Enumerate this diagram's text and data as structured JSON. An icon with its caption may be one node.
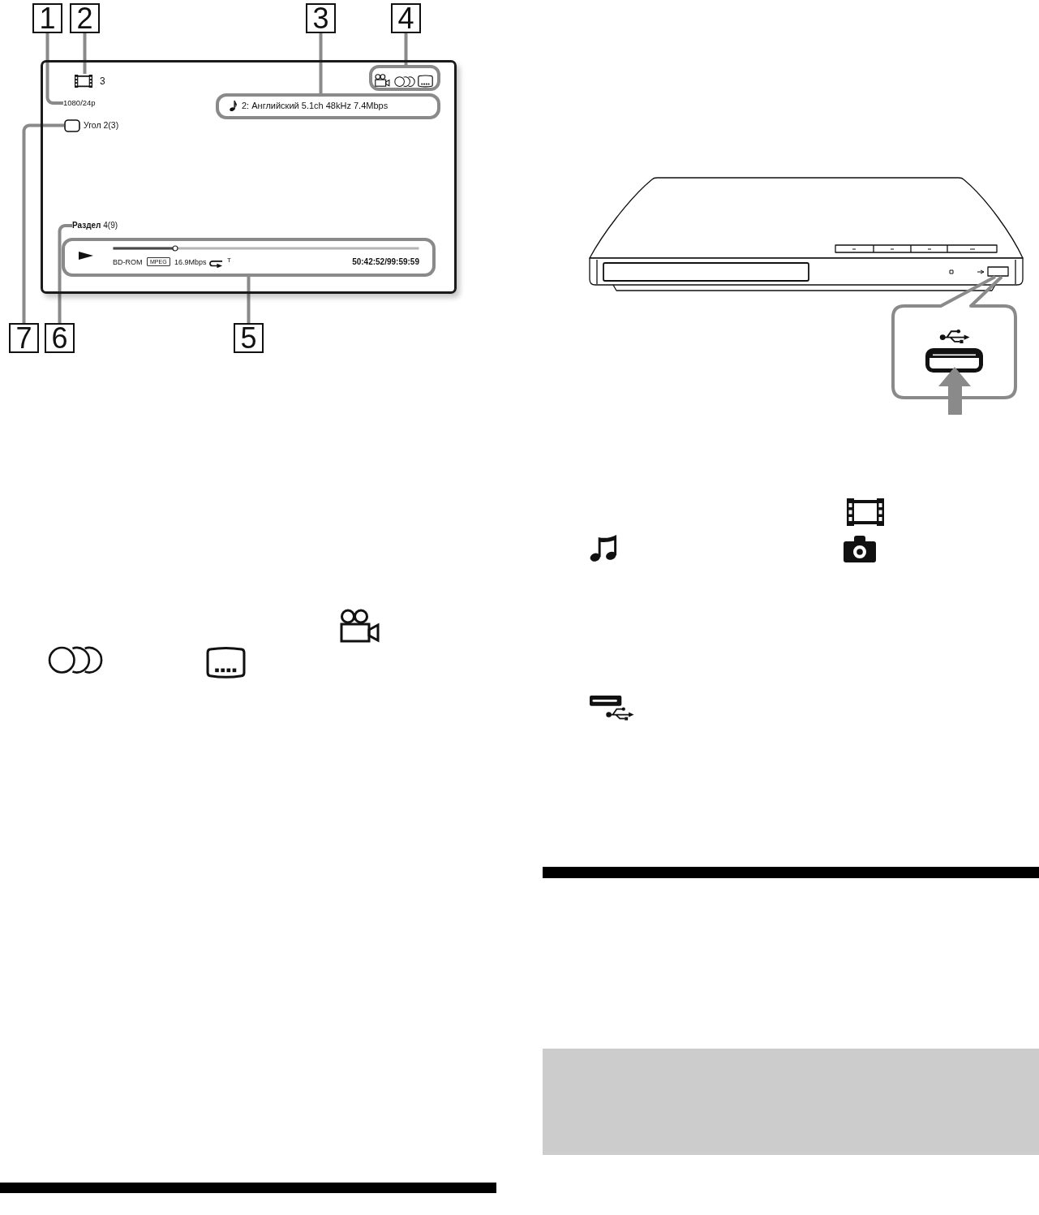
{
  "diagram": {
    "nodes": [
      {
        "text": [
          "1"
        ]
      },
      {
        "text": [
          "2"
        ]
      },
      {
        "text": [
          "3"
        ]
      },
      {
        "text": [
          "4"
        ]
      },
      {
        "text": [],
        "shape": "box"
      },
      {
        "text": [
          "3"
        ],
        "in": 4
      },
      {
        "text": [],
        "shape": "box",
        "in": 4
      },
      {
        "text": [
          "1080/24p"
        ],
        "in": 4
      },
      {
        "text": [
          "2: Английский 5.1ch 48kHz 7.4Mbps"
        ],
        "in": 4
      },
      {
        "text": [
          "Угол 2(3)"
        ],
        "in": 4
      },
      {
        "text": [
          "**Раздел** 4(9)"
        ],
        "in": 4
      },
      {
        "text": [
          "BD-ROM",
          "MPEG",
          "16.9Mbps",
          "T",
          "50:42:52/99:59:59"
        ],
        "in": 4
      },
      {
        "text": [
          "7"
        ]
      },
      {
        "text": [
          "6"
        ]
      },
      {
        "text": [
          "5"
        ]
      },
      {
        "text": [],
        "shape": "bar"
      },
      {
        "text": [],
        "shape": "box"
      },
      {
        "text": [],
        "shape": "bar"
      }
    ],
    "edges": [
      {
        "from": 0,
        "to": 7,
        "arrow": "none"
      },
      {
        "from": 1,
        "to": 5,
        "arrow": "none"
      },
      {
        "from": 2,
        "to": 8,
        "arrow": "none"
      },
      {
        "from": 3,
        "to": 6,
        "arrow": "none"
      },
      {
        "from": 14,
        "to": 11,
        "arrow": "none"
      },
      {
        "from": 13,
        "to": 10,
        "arrow": "none"
      },
      {
        "from": 12,
        "to": 9,
        "arrow": "none"
      }
    ]
  }
}
